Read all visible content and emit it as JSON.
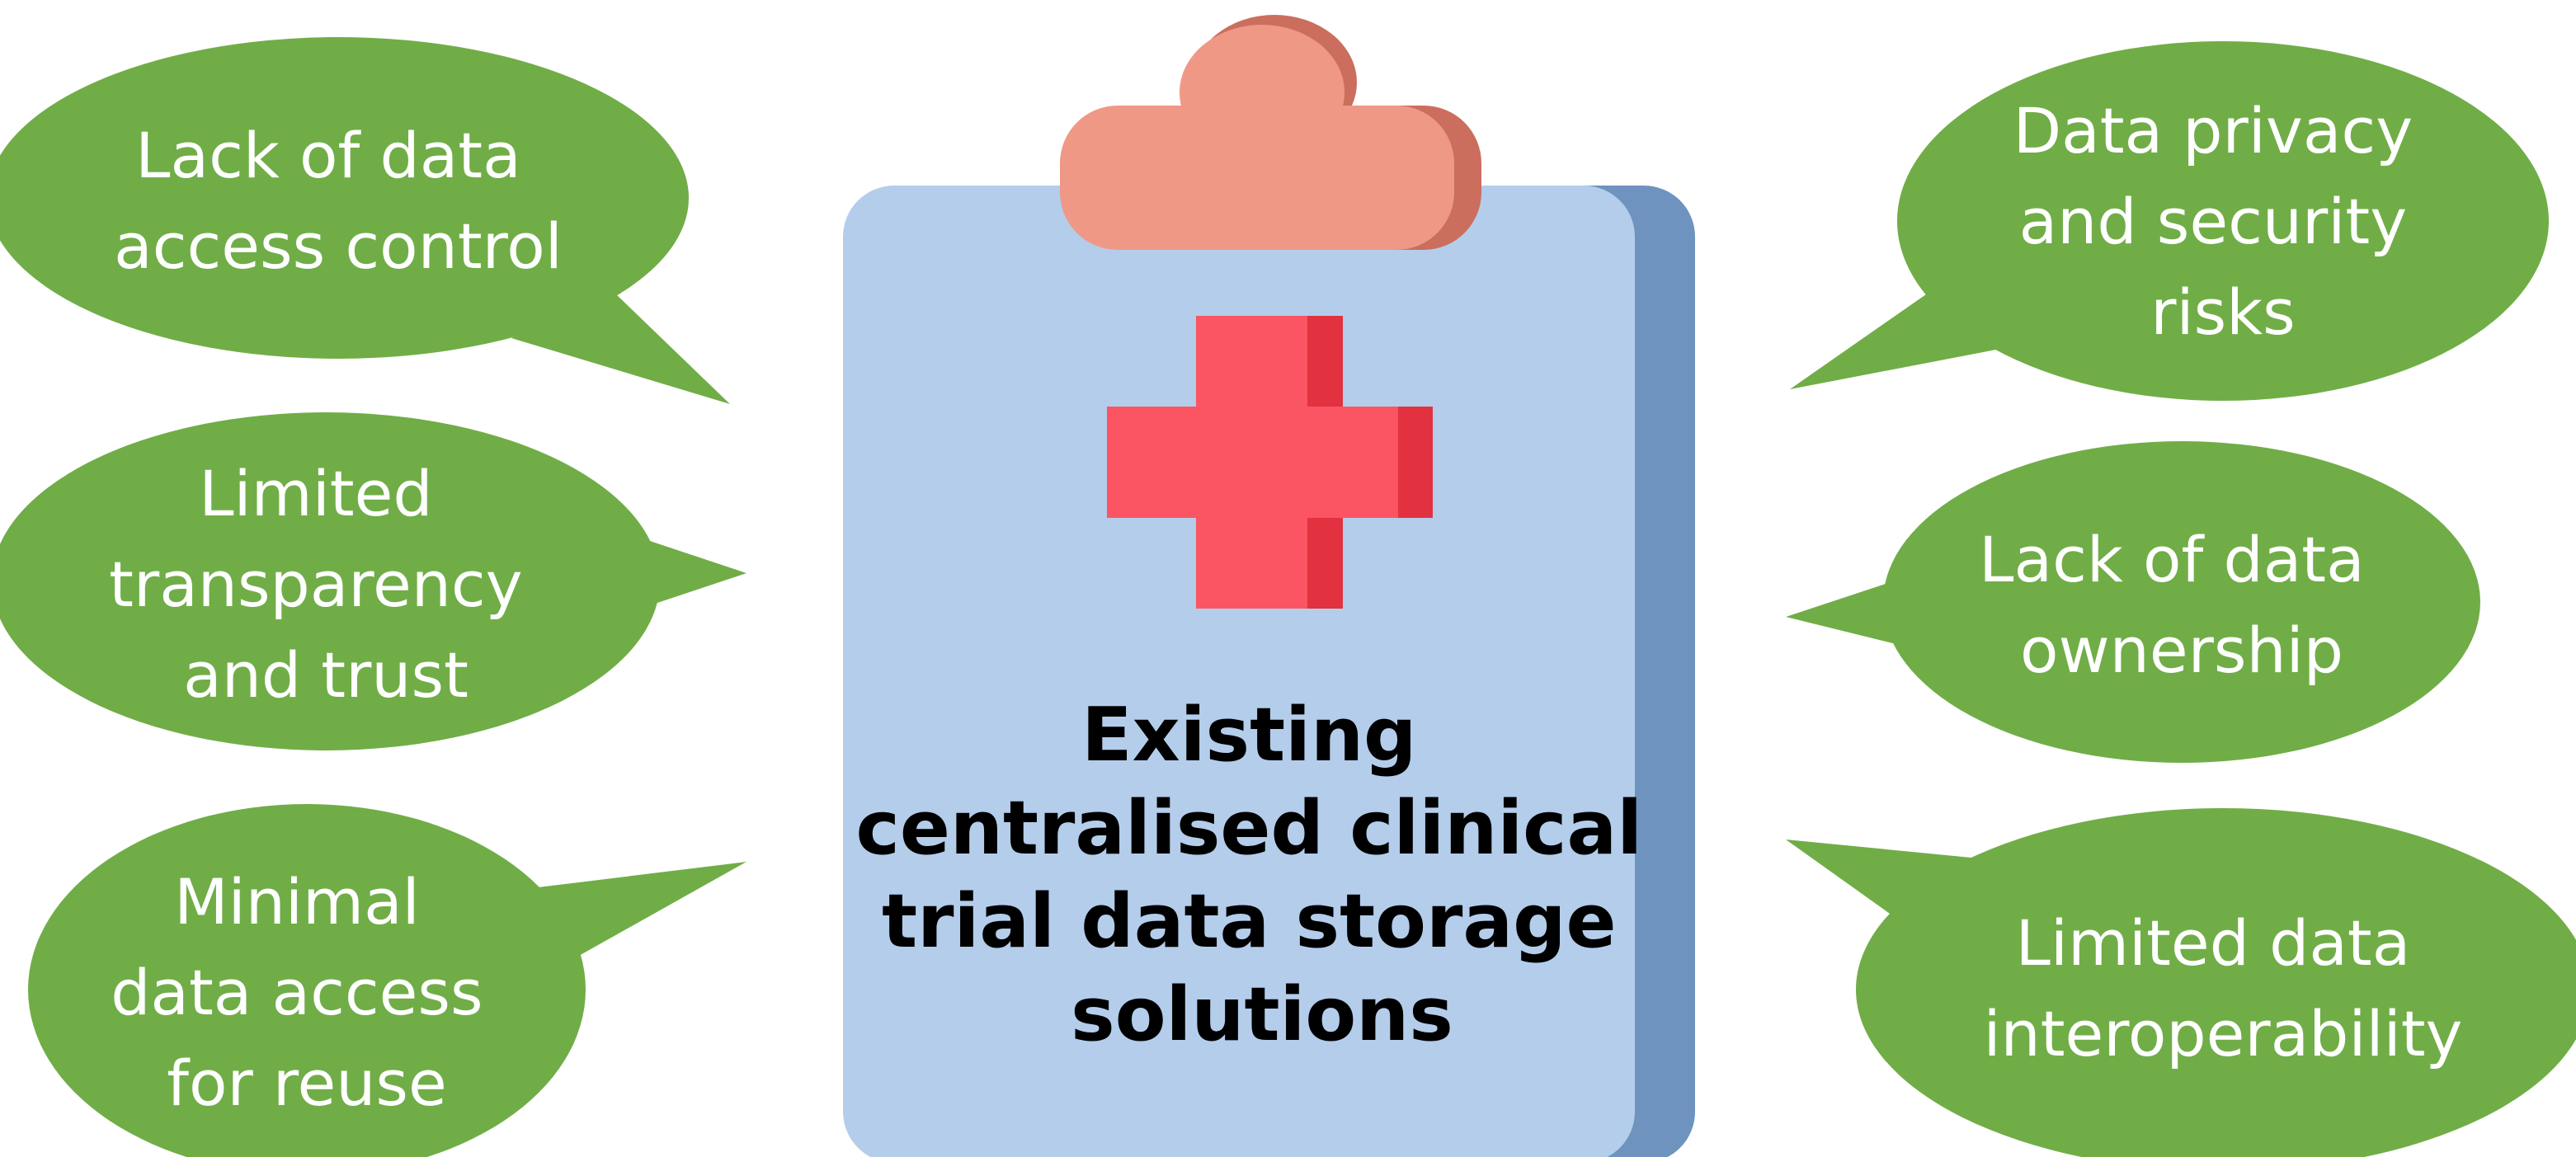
{
  "center": {
    "lines": [
      "Existing",
      "centralised clinical",
      "trial data storage",
      "solutions"
    ]
  },
  "bubbles": [
    {
      "id": "lack-access-control",
      "lines": [
        "Lack of data",
        "access control"
      ]
    },
    {
      "id": "limited-transparency",
      "lines": [
        "Limited",
        "transparency",
        "and trust"
      ]
    },
    {
      "id": "minimal-data-access",
      "lines": [
        "Minimal",
        "data access",
        "for reuse"
      ]
    },
    {
      "id": "privacy-security",
      "lines": [
        "Data privacy",
        "and security",
        "risks"
      ]
    },
    {
      "id": "lack-ownership",
      "lines": [
        "Lack of data",
        "ownership"
      ]
    },
    {
      "id": "limited-interoperability",
      "lines": [
        "Limited data",
        "interoperability"
      ]
    }
  ],
  "colors": {
    "bubble": "#70AD47",
    "clipboard_board": "#B4CDEB",
    "clipboard_shadow": "#6E93BE",
    "clip": "#F09886",
    "clip_shadow": "#CB6E5E",
    "cross": "#FB5463",
    "cross_shade": "#E2323F"
  }
}
